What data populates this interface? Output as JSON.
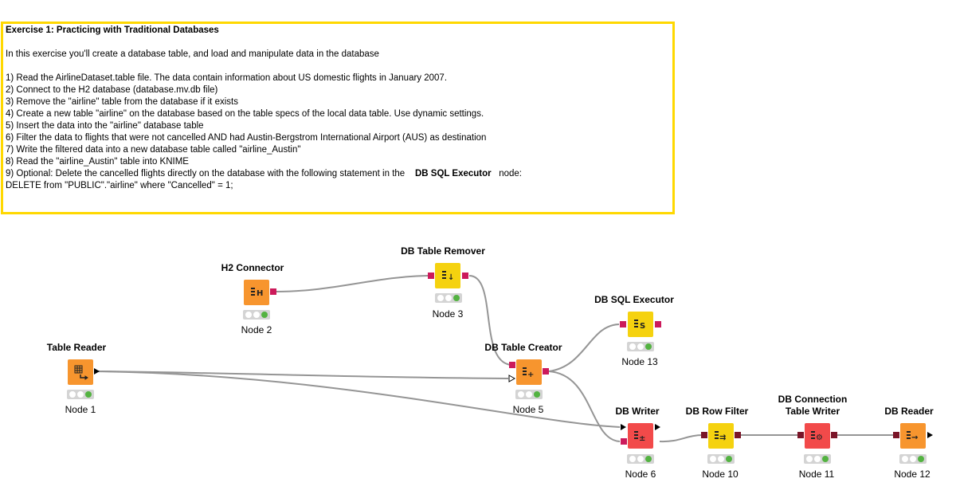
{
  "annotation": {
    "title": "Exercise 1: Practicing with Traditional Databases",
    "intro": "In this exercise you'll create a database table, and load and manipulate data in the database",
    "steps": [
      "1) Read the AirlineDataset.table file. The data contain information about US domestic flights in January 2007.",
      "2) Connect to the H2 database (database.mv.db file)",
      "3) Remove the \"airline\" table from the database if it exists",
      "4) Create a new table \"airline\" on the database based on the table specs of the local data table. Use dynamic settings.",
      "5) Insert the data into the \"airline\" database table",
      "6) Filter the data to flights that were not cancelled AND had  Austin-Bergstrom International Airport (AUS) as destination",
      "7) Write the filtered data into a new database table called \"airline_Austin\"",
      "8) Read the \"airline_Austin\" table into KNIME"
    ],
    "step9_prefix": "9) Optional: Delete the cancelled flights directly on the database with the following statement in the",
    "step9_bold": "DB SQL Executor",
    "step9_suffix": "node:",
    "sql_statement": "DELETE from \"PUBLIC\".\"airline\" where \"Cancelled\" = 1;"
  },
  "colors": {
    "annotation_border": "#ffd800",
    "source_node": "#f7952e",
    "manipulator_node": "#f5d20f",
    "sink_node": "#f24a4a",
    "connection": "#959595",
    "db_port": "#cc1a5b",
    "connection_port": "#7a1528"
  },
  "nodes": {
    "table_reader": {
      "title": "Table Reader",
      "label": "Node 1",
      "icon": "table-reader-icon"
    },
    "h2_connector": {
      "title": "H2 Connector",
      "label": "Node 2",
      "icon": "h2-connector-icon",
      "glyph": "H"
    },
    "db_table_remover": {
      "title": "DB Table Remover",
      "label": "Node 3",
      "icon": "db-table-remover-icon",
      "glyph": "↓"
    },
    "db_sql_executor": {
      "title": "DB SQL Executor",
      "label": "Node 13",
      "icon": "db-sql-executor-icon",
      "glyph": "S"
    },
    "db_table_creator": {
      "title": "DB Table Creator",
      "label": "Node 5",
      "icon": "db-table-creator-icon",
      "glyph": "+"
    },
    "db_writer": {
      "title": "DB Writer",
      "label": "Node 6",
      "icon": "db-writer-icon",
      "glyph": "±"
    },
    "db_row_filter": {
      "title": "DB Row Filter",
      "label": "Node 10",
      "icon": "db-row-filter-icon",
      "glyph": "⇉"
    },
    "db_connection_table_writer": {
      "title_line1": "DB Connection",
      "title_line2": "Table Writer",
      "label": "Node 11",
      "icon": "db-connection-table-writer-icon",
      "glyph": "⚙"
    },
    "db_reader": {
      "title": "DB Reader",
      "label": "Node 12",
      "icon": "db-reader-icon",
      "glyph": "→"
    }
  }
}
